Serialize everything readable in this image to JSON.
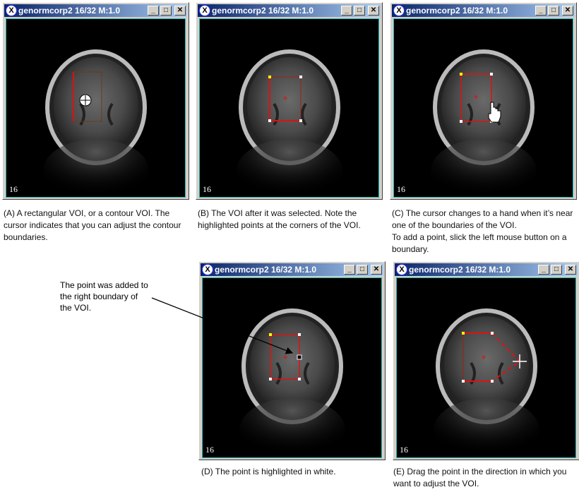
{
  "window": {
    "title": "genormcorp2  16/32 M:1.0",
    "slice": "16",
    "minimize": "_",
    "maximize": "□",
    "close": "✕",
    "app_icon": "X"
  },
  "captions": {
    "a": "(A) A rectangular VOI, or a contour VOI. The cursor indicates that you can adjust the contour boundaries.",
    "b": "(B) The VOI after it was selected. Note the highlighted points at the corners of the VOI.",
    "c1": "(C) The cursor changes to a hand when it’s near one of the boundaries of the VOI.",
    "c2": "To add a point, slick the left mouse button on a boundary.",
    "d": "(D) The point is highlighted in white.",
    "e": "(E) Drag the point in the direction in which you want to adjust the VOI."
  },
  "annotation": "The point was added to the right boundary of the VOI.",
  "colors": {
    "voi": "#e01010",
    "selected_point": "#ffff00",
    "added_point": "#ffffff",
    "border": "#22bbbb"
  }
}
